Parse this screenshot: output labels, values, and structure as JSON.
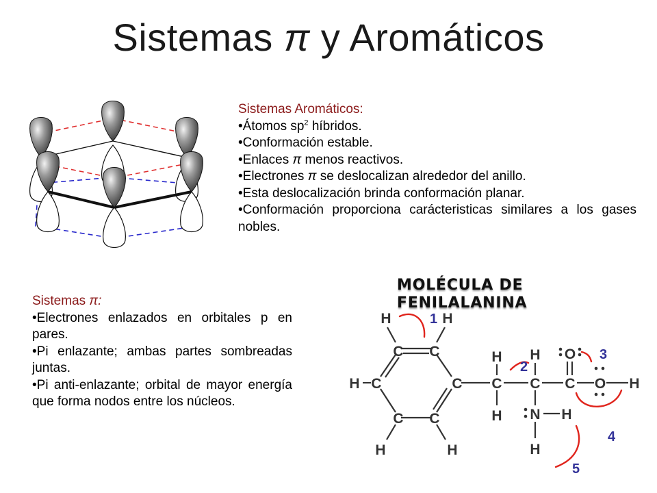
{
  "slide": {
    "title_main": "Sistemas ",
    "title_pi": "π",
    "title_rest": " y Aromáticos"
  },
  "aromatic": {
    "heading": "Sistemas Aromáticos:",
    "b1_pre": "•Átomos sp",
    "b1_sup": "2",
    "b1_post": " híbridos.",
    "b2": "•Conformación estable.",
    "b3_pre": "•Enlaces ",
    "b3_pi": "π",
    "b3_post": " menos reactivos.",
    "b4_pre": "•Electrones ",
    "b4_pi": "π",
    "b4_post": " se deslocalizan alrededor del anillo.",
    "b5": "•Esta deslocalización brinda conformación planar.",
    "b6": "•Conformación proporciona carácteristicas similares a los gases nobles."
  },
  "pi_systems": {
    "heading_pre": "Sistemas ",
    "heading_pi": "π:",
    "b1": "•Electrones enlazados en orbitales p en pares.",
    "b2": "•Pi enlazante; ambas partes sombreadas juntas.",
    "b3": "•Pi anti-enlazante; orbital de mayor energía que forma nodos entre los núcleos."
  },
  "molecule": {
    "caption_line1": "MOLÉCULA DE",
    "caption_line2": "FENILALANINA",
    "atom_H": "H",
    "atom_C": "C",
    "atom_N": "N",
    "atom_O": "O",
    "label1": "1",
    "label2": "2",
    "label3": "3",
    "label4": "4",
    "label5": "5"
  },
  "colors": {
    "heading": "#8b1a1a",
    "red_dash": "#e03030",
    "blue_dash": "#2a2acc",
    "arc_red": "#e0241c",
    "number_label": "#333399"
  },
  "icons": {
    "orbital_diagram": "benzene-p-orbital-diagram",
    "structure": "phenylalanine-structural-formula"
  }
}
